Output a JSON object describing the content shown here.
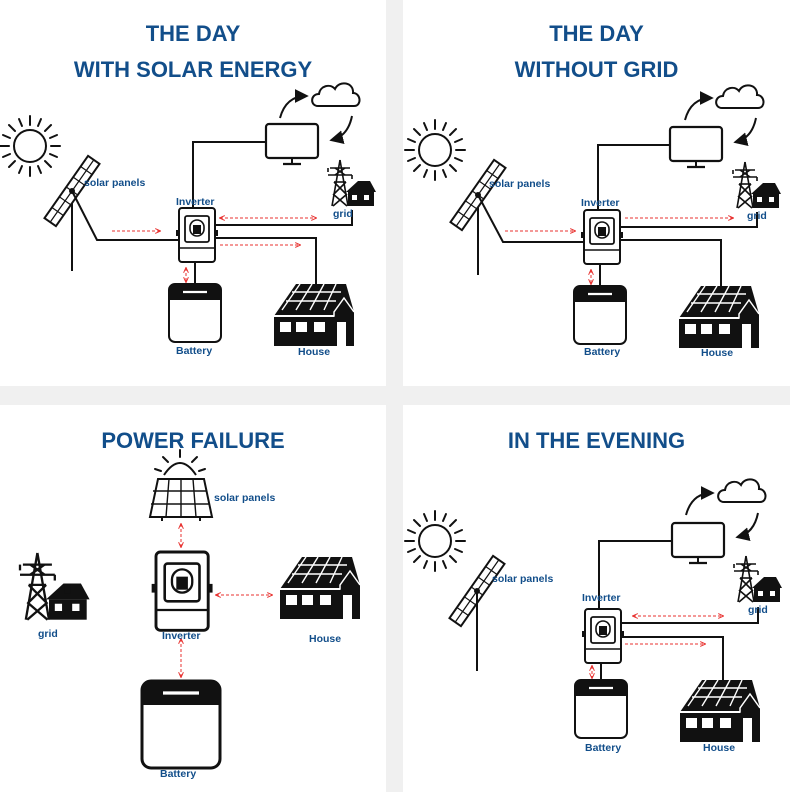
{
  "panels": [
    {
      "title_line1": "THE DAY",
      "title_line2": "WITH SOLAR ENERGY",
      "labels": {
        "solar_panels": "solar panels",
        "inverter": "Inverter",
        "grid": "grid",
        "battery": "Battery",
        "house": "House"
      }
    },
    {
      "title_line1": "THE DAY",
      "title_line2": "WITHOUT GRID",
      "labels": {
        "solar_panels": "solar panels",
        "inverter": "Inverter",
        "grid": "grid",
        "battery": "Battery",
        "house": "House"
      }
    },
    {
      "title_line1": "POWER FAILURE",
      "labels": {
        "solar_panels": "solar panels",
        "inverter": "Inverter",
        "grid": "grid",
        "battery": "Battery",
        "house": "House"
      }
    },
    {
      "title_line1": "IN THE EVENING",
      "labels": {
        "solar_panels": "solar panels",
        "inverter": "Inverter",
        "grid": "grid",
        "battery": "Battery",
        "house": "House"
      }
    }
  ],
  "colors": {
    "title": "#124e8a",
    "flow_arrow": "#e8312f",
    "icon": "#111111",
    "panel_bg": "#ffffff",
    "gap_bg": "#f0f0f0"
  }
}
